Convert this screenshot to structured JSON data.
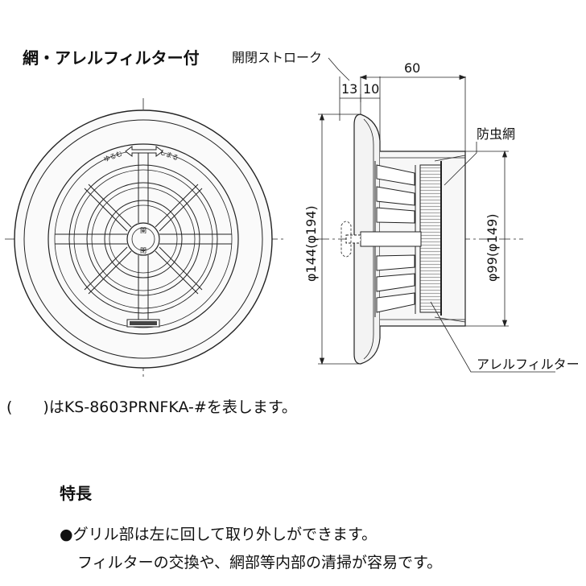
{
  "title": "網・アレルフィルター付",
  "labels": {
    "open_close_stroke": "開閉ストローク",
    "insect_net": "防虫網",
    "allergen_filter": "アレルフィルター",
    "loosen": "ゆるむ",
    "tighten": "しまる",
    "open": "開",
    "close": "閉"
  },
  "dimensions": {
    "d13": "13",
    "d10": "10",
    "d60": "60",
    "outer_diameter": "φ144(φ194)",
    "inner_diameter": "φ99(φ149)"
  },
  "footnote": "(　　)はKS-8603PRNFKA-#を表します。",
  "features": {
    "heading": "特長",
    "line1": "●グリル部は左に回して取り外しができます。",
    "line2": "フィルターの交換や、網部等内部の清掃が容易です。"
  },
  "colors": {
    "line": "#222222",
    "fill": "#f3f3f3",
    "hatch": "#555555"
  }
}
